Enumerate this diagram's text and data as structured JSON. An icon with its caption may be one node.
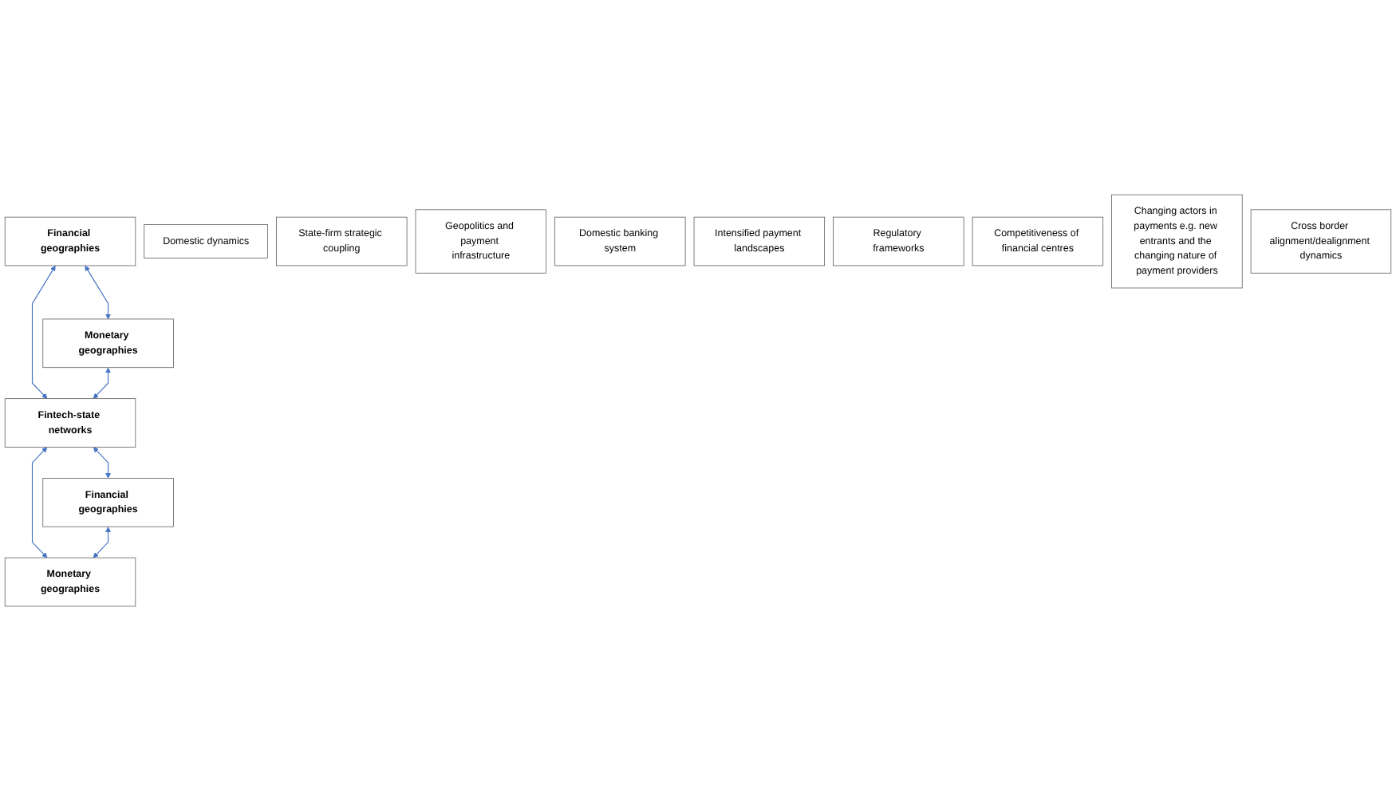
{
  "diagram": {
    "nodes": [
      {
        "text": [
          "Financial geographies"
        ]
      },
      {
        "text": [
          "Monetary geographies"
        ]
      },
      {
        "text": [
          "Domestic dynamics"
        ]
      },
      {
        "text": [
          "State-firm strategic coupling"
        ]
      },
      {
        "text": [
          "Geopolitics and payment infrastructure"
        ]
      },
      {
        "text": [
          "Domestic banking system"
        ]
      },
      {
        "text": [
          "Intensified payment landscapes"
        ]
      },
      {
        "text": [
          "Regulatory frameworks"
        ]
      },
      {
        "text": [
          "Fintech-state networks"
        ]
      },
      {
        "text": [
          "Competitiveness of financial centres"
        ]
      },
      {
        "text": [
          "Changing actors in payments e.g. new entrants and the changing nature of payment providers"
        ]
      },
      {
        "text": [
          "Cross border alignment/dealignment dynamics"
        ]
      },
      {
        "text": [
          "Financial geographies"
        ]
      },
      {
        "text": [
          "Monetary geographies"
        ]
      }
    ],
    "edges": [
      {
        "from": 0,
        "to": 1,
        "arrow": "both"
      },
      {
        "from": 0,
        "to": 8,
        "arrow": "both"
      },
      {
        "from": 1,
        "to": 8,
        "arrow": "both"
      },
      {
        "from": 8,
        "to": 12,
        "arrow": "both"
      },
      {
        "from": 8,
        "to": 13,
        "arrow": "both"
      },
      {
        "from": 12,
        "to": 13,
        "arrow": "both"
      }
    ]
  }
}
